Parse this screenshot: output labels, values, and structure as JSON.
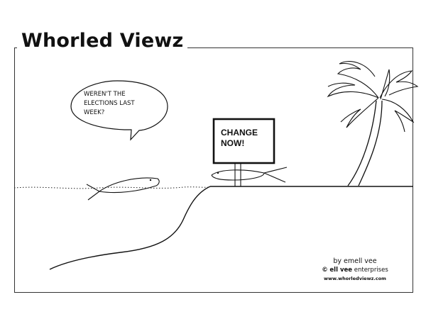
{
  "comic": {
    "title": "Whorled Viewz",
    "speech_bubble": {
      "line1": "WEREN'T THE",
      "line2": "ELECTIONS LAST",
      "line3": "WEEK?"
    },
    "sign": {
      "line1": "CHANGE",
      "line2": "NOW!"
    },
    "credits": {
      "author": "by emell vee",
      "copyright_symbol": "©",
      "company_name": "ell vee",
      "company_suffix": "enterprises",
      "website": "www.whorledviewz.com"
    }
  },
  "colors": {
    "ink": "#111111",
    "paper": "#ffffff"
  }
}
